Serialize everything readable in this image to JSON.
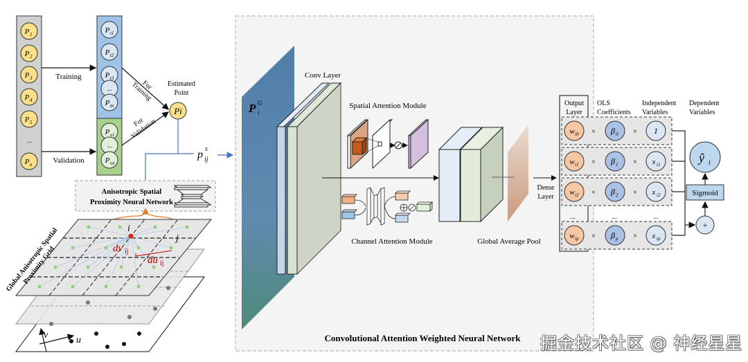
{
  "left_panel": {
    "points": [
      "P1",
      "P2",
      "P3",
      "P4",
      "P5",
      "...",
      "Pn"
    ],
    "training_label": "Training",
    "validation_label": "Validation",
    "training_points": [
      "Pt1",
      "Pt2",
      "Pt3",
      "...",
      "Ptn"
    ],
    "validation_points": [
      "Pv1",
      "...",
      "Pvn"
    ],
    "for_training": [
      "For",
      "Training"
    ],
    "for_validation": [
      "For",
      "Validation"
    ],
    "estimated_point_label": [
      "Estimated",
      "Point"
    ],
    "estimated_point": "Pi",
    "pij_label": "p",
    "pij_sub": "ij",
    "pij_sup": "s"
  },
  "aspnn": {
    "title_line1": "Anisotropic Spatial",
    "title_line2": "Proximity Neural Network"
  },
  "grid": {
    "label_line1": "Global Anisotropic Spatial",
    "label_line2": "Proximity Grid",
    "point_i": "i",
    "point_j": "j",
    "dv_label": "dv",
    "dv_sub": "ij",
    "du_label": "du",
    "du_sub": "ij",
    "axis_u": "u",
    "axis_v": "v"
  },
  "cnn": {
    "input_label": "P",
    "input_sup": "G",
    "input_sub": "i",
    "conv_layer": "Conv Layer",
    "spatial_attention": "Spatial Attention Module",
    "channel_attention": "Channel Attention Module",
    "global_avg_pool": "Global Average Pool",
    "dense_layer": [
      "Dense",
      "Layer"
    ],
    "title": "Convolutional Attention Weighted Neural Network"
  },
  "output": {
    "headers": {
      "output_layer": [
        "Output",
        "Layer"
      ],
      "ols": [
        "OLS",
        "Coefficients"
      ],
      "independent": [
        "Independent",
        "Variables"
      ],
      "dependent": [
        "Dependent",
        "Variables"
      ]
    },
    "rows": [
      {
        "w": "w",
        "w_sub": "i0",
        "beta": "β",
        "beta_sub": "0",
        "x": "1",
        "x_sub": ""
      },
      {
        "w": "w",
        "w_sub": "i1",
        "beta": "β",
        "beta_sub": "1",
        "x": "x",
        "x_sub": "i1"
      },
      {
        "w": "w",
        "w_sub": "i2",
        "beta": "β",
        "beta_sub": "2",
        "x": "x",
        "x_sub": "i2"
      },
      {
        "w": "w",
        "w_sub": "ip",
        "beta": "β",
        "beta_sub": "p",
        "x": "x",
        "x_sub": "ip"
      }
    ],
    "times": "×",
    "ellipsis": "...",
    "sigmoid": "Sigmoid",
    "plus": "+",
    "yhat": "ŷ",
    "yhat_sub": "i"
  },
  "colors": {
    "yellow_node": "#f9df8a",
    "train_bg": "#9fc3e6",
    "val_bg": "#a9d18e",
    "light_node": "#dae6f3",
    "orange_node": "#f7c6a3",
    "blue_node": "#a9c1e4",
    "line_blue": "#4472c4",
    "red": "#c00000"
  },
  "watermark": "掘金技术社区 @ 神经星星"
}
